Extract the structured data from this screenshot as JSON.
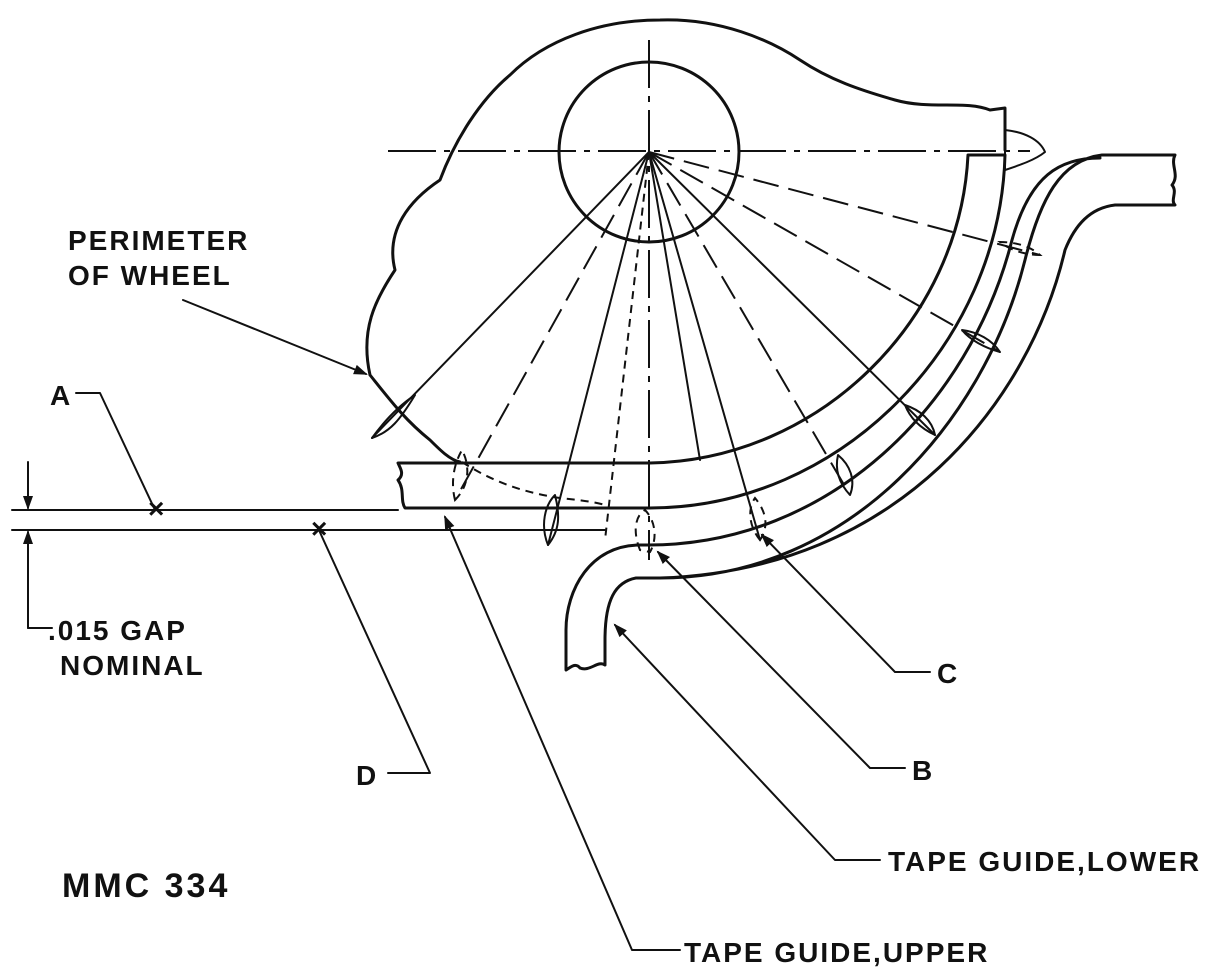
{
  "labels": {
    "perimeter_line1": "PERIMETER",
    "perimeter_line2": "OF WHEEL",
    "a": "A",
    "b": "B",
    "c": "C",
    "d": "D",
    "gap_line1": ".015 GAP",
    "gap_line2": "NOMINAL",
    "tape_guide_lower": "TAPE GUIDE,LOWER",
    "tape_guide_upper": "TAPE GUIDE,UPPER",
    "drawing_number": "MMC 334"
  }
}
